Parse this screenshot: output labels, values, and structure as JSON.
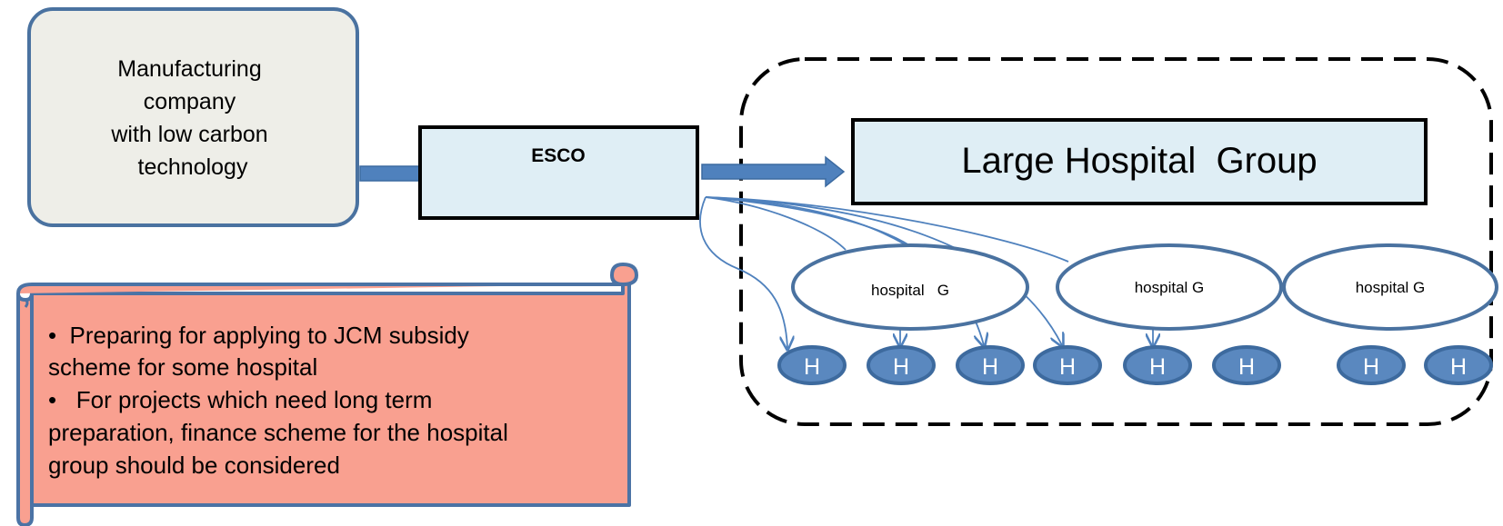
{
  "manufacturer": {
    "lines": [
      "Manufacturing",
      "company",
      "with low carbon",
      "technology"
    ]
  },
  "esco": {
    "label": "ESCO"
  },
  "hospital_group": {
    "label": "Large Hospital  Group"
  },
  "hospital_g_nodes": [
    {
      "label": "hospital   G"
    },
    {
      "label": "hospital G"
    },
    {
      "label": "hospital G"
    }
  ],
  "h_nodes": [
    {
      "label": "H"
    },
    {
      "label": "H"
    },
    {
      "label": "H"
    },
    {
      "label": "H"
    },
    {
      "label": "H"
    },
    {
      "label": "H"
    },
    {
      "label": "H"
    },
    {
      "label": "H"
    }
  ],
  "scroll_note": {
    "lines": [
      "•  Preparing for applying to JCM subsidy",
      "scheme for some hospital",
      "•   For projects which need long term",
      "preparation, finance scheme for the hospital",
      "group should be considered"
    ]
  },
  "colors": {
    "box_fill": "#dfeef5",
    "manufacturer_fill": "#eeeee8",
    "box_border": "#000000",
    "blue_border": "#4a72a0",
    "arrow_blue": "#4f81bd",
    "h_fill": "#5a88bf",
    "scroll_fill": "#f9a090",
    "scroll_border": "#4b73a5"
  }
}
